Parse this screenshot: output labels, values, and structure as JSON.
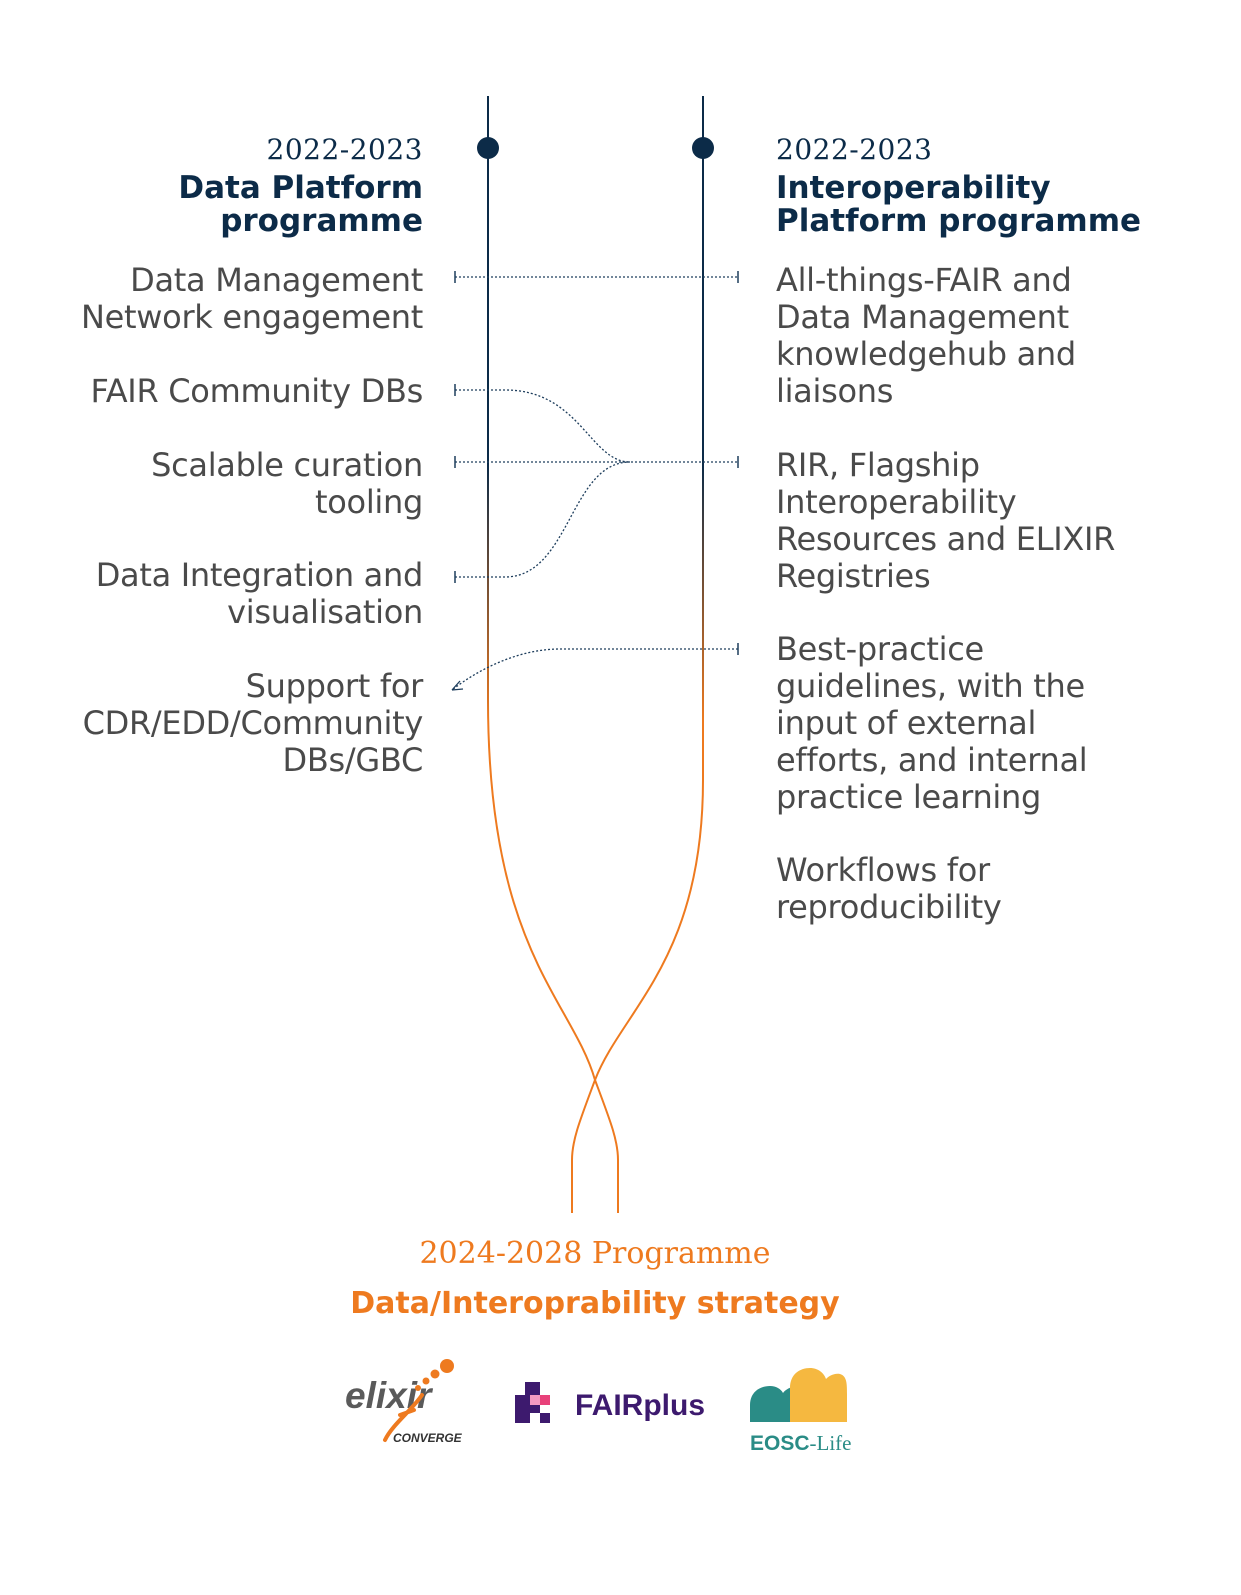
{
  "left_programme": {
    "years": "2022-2023",
    "title_line1": "Data Platform",
    "title_line2": "programme",
    "items": [
      {
        "line1": "Data Management",
        "line2": "Network engagement"
      },
      {
        "line1": "FAIR Community DBs"
      },
      {
        "line1": "Scalable curation",
        "line2": "tooling"
      },
      {
        "line1": "Data Integration and",
        "line2": "visualisation"
      },
      {
        "line1": "Support for",
        "line2": "CDR/EDD/Community",
        "line3": "DBs/GBC"
      }
    ]
  },
  "right_programme": {
    "years": "2022-2023",
    "title_line1": "Interoperability",
    "title_line2": "Platform programme",
    "items": [
      {
        "line1": "All-things-FAIR and",
        "line2": "Data Management",
        "line3": "knowledgehub and",
        "line4": "liaisons"
      },
      {
        "line1": "RIR, Flagship",
        "line2": "Interoperability",
        "line3": "Resources and ELIXIR",
        "line4": "Registries"
      },
      {
        "line1": "Best-practice",
        "line2": "guidelines, with the",
        "line3": "input of external",
        "line4": "efforts, and internal",
        "line5": "practice learning"
      },
      {
        "line1": "Workflows for",
        "line2": "reproducibility"
      }
    ]
  },
  "merged_programme": {
    "years_label": "2024-2028 Programme",
    "strategy_label": "Data/Interoprability strategy"
  },
  "logos": {
    "elixir": {
      "main": "elixir",
      "sub": "CONVERGE"
    },
    "fairplus": {
      "name": "FAIRplus"
    },
    "eosc": {
      "name_a": "EOSC",
      "name_b": "-Life"
    }
  },
  "colors": {
    "navy": "#0c2b48",
    "orange": "#ee7a1f",
    "text_gray": "#4a4a4a",
    "fairplus_purple": "#3d1a6e",
    "fairplus_pink": "#e8417a",
    "eosc_teal": "#2a8c86",
    "eosc_yellow": "#f5b840"
  }
}
